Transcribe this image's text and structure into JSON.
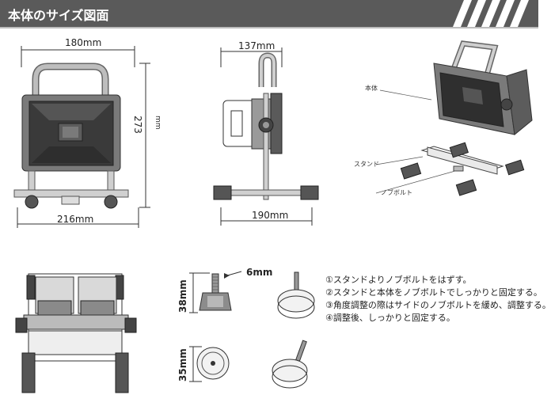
{
  "header": {
    "title": "本体のサイズ図面"
  },
  "front_view": {
    "width_top": "180mm",
    "width_bottom": "216mm",
    "height": "273",
    "height_unit": "mm"
  },
  "side_view": {
    "depth_top": "137mm",
    "depth_bottom": "190mm"
  },
  "iso_view": {
    "body_label": "本体",
    "stand_label": "スタンド",
    "bolt_label": "ノブボルト"
  },
  "bolt": {
    "thread_width": "6mm",
    "bolt_height": "38mm",
    "knob_diameter": "35mm"
  },
  "instructions": [
    "①スタンドよりノブボルトをはずす。",
    "②スタンドと本体をノブボルトでしっかりと固定する。",
    "③角度調整の際はサイドのノブボルトを緩め、調整する。",
    "④調整後、しっかりと固定する。"
  ]
}
